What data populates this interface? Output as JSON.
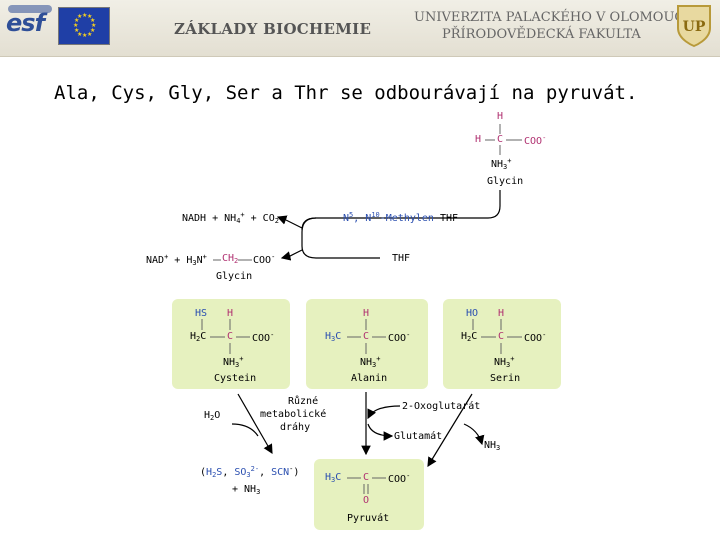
{
  "header": {
    "esf_logo": "esf",
    "title": "ZÁKLADY BIOCHEMIE",
    "university_line1": "UNIVERZITA PALACKÉHO V OLOMOUCI",
    "university_line2": "PŘÍRODOVĚDECKÁ FAKULTA",
    "emblem": "UP"
  },
  "slide": {
    "title": "Ala, Cys, Gly, Ser a Thr se odbourávají na pyruvát."
  },
  "glycine_top": {
    "h_top": "H",
    "h_left": "H",
    "c": "C",
    "coo": "COO",
    "coo_charge": "-",
    "nh3": "NH",
    "nh3_sub": "3",
    "nh3_charge": "+",
    "name": "Glycin"
  },
  "reaction": {
    "nadh": "NADH + NH",
    "nadh_sub": "4",
    "nadh_charge": "+",
    "co2": " + CO",
    "co2_sub": "2",
    "methylene_pre": "N",
    "methylene_sup1": "5",
    "methylene_mid": ", N",
    "methylene_sup2": "10",
    "methylene_post": "-Methylen",
    "methylene_thf": "-THF",
    "nad": "NAD",
    "nad_charge": "+",
    "plus_h3n": " + H",
    "h3n_sub": "3",
    "h3n_n": "N",
    "h3n_charge": "+",
    "ch2": "CH",
    "ch2_sub": "2",
    "coo": "COO",
    "coo_charge": "-",
    "glycin_name": "Glycin",
    "thf": "THF"
  },
  "cystein": {
    "hs": "HS",
    "h": "H",
    "h2c": "H",
    "h2c_sub": "2",
    "h2c_c": "C",
    "c": "C",
    "coo": "COO",
    "coo_charge": "-",
    "nh3": "NH",
    "nh3_sub": "3",
    "nh3_charge": "+",
    "name": "Cystein"
  },
  "alanin": {
    "h": "H",
    "h3c": "H",
    "h3c_sub": "3",
    "h3c_c": "C",
    "c": "C",
    "coo": "COO",
    "coo_charge": "-",
    "nh3": "NH",
    "nh3_sub": "3",
    "nh3_charge": "+",
    "name": "Alanin"
  },
  "serin": {
    "ho": "HO",
    "h": "H",
    "h2c": "H",
    "h2c_sub": "2",
    "h2c_c": "C",
    "c": "C",
    "coo": "COO",
    "coo_charge": "-",
    "nh3": "NH",
    "nh3_sub": "3",
    "nh3_charge": "+",
    "name": "Serin"
  },
  "lower": {
    "h2o": "H",
    "h2o_sub": "2",
    "h2o_o": "O",
    "ruzne_1": "Různé",
    "ruzne_2": "metabolické",
    "ruzne_3": "dráhy",
    "oxoglutarat": "2-Oxoglutarát",
    "glutamat": "Glutamát",
    "nh3": "NH",
    "nh3_sub": "3",
    "products_open": "(",
    "h2s": "H",
    "h2s_sub": "2",
    "h2s_s": "S",
    "comma1": ", ",
    "so3": "SO",
    "so3_sub": "3",
    "so3_charge": "2-",
    "comma2": ", ",
    "scn": "SCN",
    "scn_charge": "-",
    "products_close": ")",
    "plus_nh3": "+ NH",
    "plus_nh3_sub": "3"
  },
  "pyruvat": {
    "h3c": "H",
    "h3c_sub": "3",
    "h3c_c": "C",
    "c": "C",
    "coo": "COO",
    "coo_charge": "-",
    "o": "O",
    "name": "Pyruvát"
  }
}
